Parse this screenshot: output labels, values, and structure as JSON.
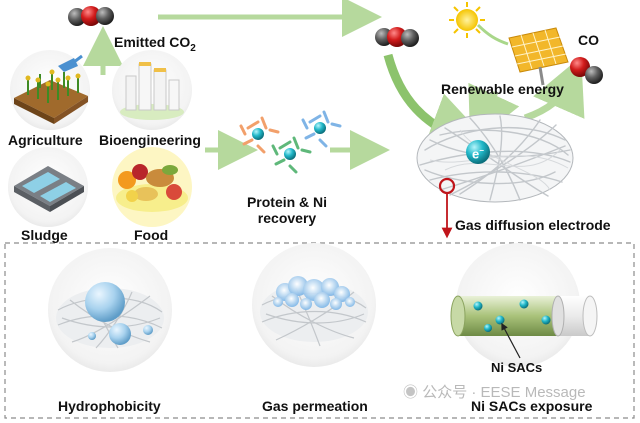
{
  "labels": {
    "emitted_co2_prefix": "Emitted CO",
    "emitted_co2_sub": "2",
    "co": "CO",
    "renewable_energy": "Renewable energy",
    "agriculture": "Agriculture",
    "bioengineering": "Bioengineering",
    "sludge": "Sludge",
    "food": "Food",
    "protein_recovery_line1": "Protein & Ni",
    "protein_recovery_line2": "recovery",
    "electron": "e",
    "electron_sup": "−",
    "gas_diffusion_electrode": "Gas diffusion electrode",
    "hydrophobicity": "Hydrophobicity",
    "gas_permeation": "Gas permeation",
    "ni_sacs_exposure": "Ni SACs exposure",
    "ni_sacs": "Ni SACs"
  },
  "watermark": {
    "icon_glyph": "◉",
    "text": "公众号 · EESE Message"
  },
  "colors": {
    "arrow_green": "#b6d99d",
    "co2_red": "#d21b1b",
    "carbon_gray": "#505050",
    "electron_cyan": "#22b8c9",
    "marker_red": "#c0141a",
    "dash_border": "#8c8c8c",
    "fiber_gray": "#c9cccf",
    "water_blue": "#9cc9e6",
    "sun_yellow": "#f5c400"
  }
}
